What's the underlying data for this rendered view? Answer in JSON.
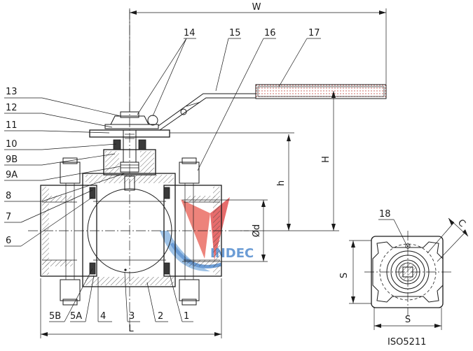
{
  "part_labels": [
    "1",
    "2",
    "3",
    "4",
    "5A",
    "5B",
    "6",
    "7",
    "8",
    "9A",
    "9B",
    "10",
    "11",
    "12",
    "13",
    "14",
    "15",
    "16",
    "17",
    "18"
  ],
  "dimensions": {
    "W": "W",
    "L": "L",
    "H": "H",
    "h": "h",
    "d": "Ød",
    "S_vertical": "S",
    "S_horizontal": "S",
    "C": "C"
  },
  "standard": "ISO5211",
  "watermark": {
    "text": "INDEC",
    "colors": [
      "#e03c3c",
      "#3a7bc8"
    ]
  }
}
